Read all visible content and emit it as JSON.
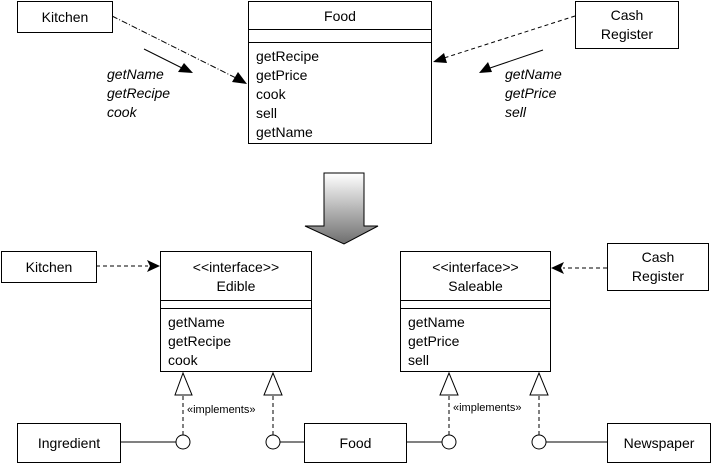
{
  "diagram": {
    "title": "Interface segregation refactoring of Food class",
    "before": {
      "client_left": {
        "label": "Kitchen"
      },
      "client_right": {
        "label_line1": "Cash",
        "label_line2": "Register"
      },
      "class": {
        "name": "Food",
        "operations": [
          "getRecipe",
          "getPrice",
          "cook",
          "sell",
          "getName"
        ]
      },
      "left_calls": [
        "getName",
        "getRecipe",
        "cook"
      ],
      "right_calls": [
        "getName",
        "getPrice",
        "sell"
      ]
    },
    "transform_arrow": {
      "icon": "down-arrow-icon",
      "gradient_top": "#ffffff",
      "gradient_bottom": "#6e6e6e"
    },
    "after": {
      "client_left": {
        "label": "Kitchen"
      },
      "client_right": {
        "label_line1": "Cash",
        "label_line2": "Register"
      },
      "interface_left": {
        "stereotype": "<<interface>>",
        "name": "Edible",
        "operations": [
          "getName",
          "getRecipe",
          "cook"
        ]
      },
      "interface_right": {
        "stereotype": "<<interface>>",
        "name": "Saleable",
        "operations": [
          "getName",
          "getPrice",
          "sell"
        ]
      },
      "implementors": [
        {
          "label": "Ingredient"
        },
        {
          "label": "Food"
        },
        {
          "label": "Newspaper"
        }
      ],
      "implements_label_left": "«implements»",
      "implements_label_right": "«implements»"
    }
  }
}
